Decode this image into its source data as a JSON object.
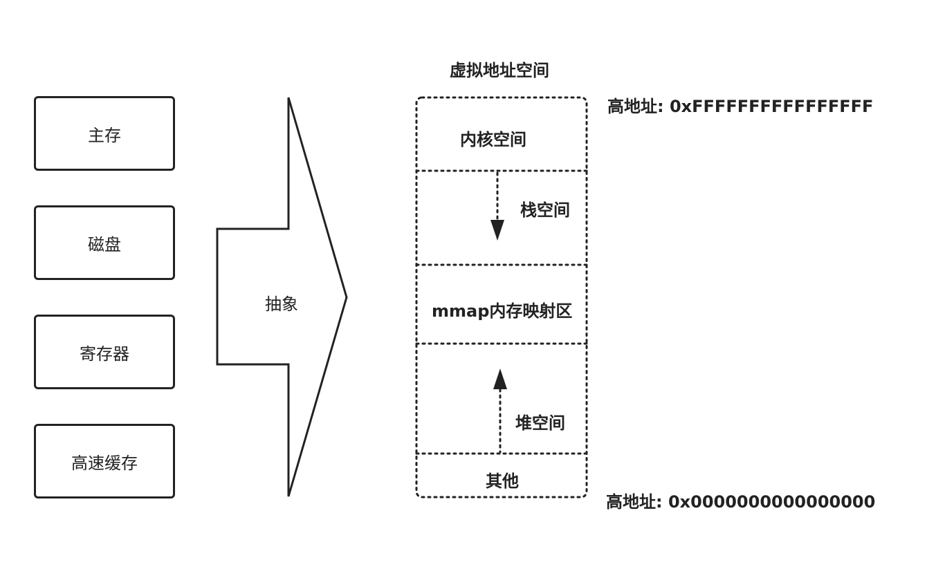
{
  "components": {
    "items": [
      "主存",
      "磁盘",
      "寄存器",
      "高速缓存"
    ]
  },
  "arrow": {
    "label": "抽象"
  },
  "vas": {
    "title": "虚拟地址空间",
    "segments": {
      "kernel": "内核空间",
      "stack": "栈空间",
      "mmap": "mmap内存映射区",
      "heap": "堆空间",
      "other": "其他"
    },
    "high_address": "高地址: 0xFFFFFFFFFFFFFFFF",
    "low_address": "高地址: 0x0000000000000000"
  },
  "colors": {
    "stroke": "#222222",
    "background": "#ffffff"
  }
}
